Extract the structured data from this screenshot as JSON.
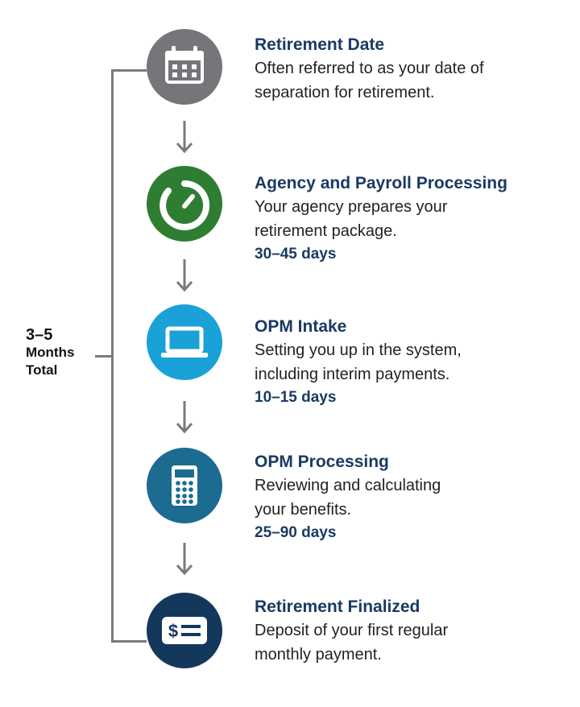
{
  "total": {
    "range": "3–5",
    "unit": "Months",
    "suffix": "Total"
  },
  "colors": {
    "step1": "#75767a",
    "step2": "#2e7d32",
    "step3": "#1aa1d8",
    "step4": "#1c6b91",
    "step5": "#14375c",
    "title": "#1a3a63",
    "connector": "#7a7a7a"
  },
  "steps": [
    {
      "title": "Retirement Date",
      "description_lines": [
        "Often referred to as your date of",
        "separation for retirement."
      ],
      "duration": "",
      "icon": "calendar-icon"
    },
    {
      "title": "Agency and Payroll Processing",
      "description_lines": [
        "Your agency prepares your",
        "retirement package."
      ],
      "duration": "30–45 days",
      "icon": "timer-icon"
    },
    {
      "title": "OPM Intake",
      "description_lines": [
        "Setting you up in the system,",
        "including interim payments."
      ],
      "duration": "10–15 days",
      "icon": "laptop-icon"
    },
    {
      "title": "OPM Processing",
      "description_lines": [
        "Reviewing and calculating",
        "your benefits."
      ],
      "duration": "25–90 days",
      "icon": "calculator-icon"
    },
    {
      "title": "Retirement Finalized",
      "description_lines": [
        "Deposit of your first regular",
        "monthly payment."
      ],
      "duration": "",
      "icon": "payment-icon"
    }
  ]
}
